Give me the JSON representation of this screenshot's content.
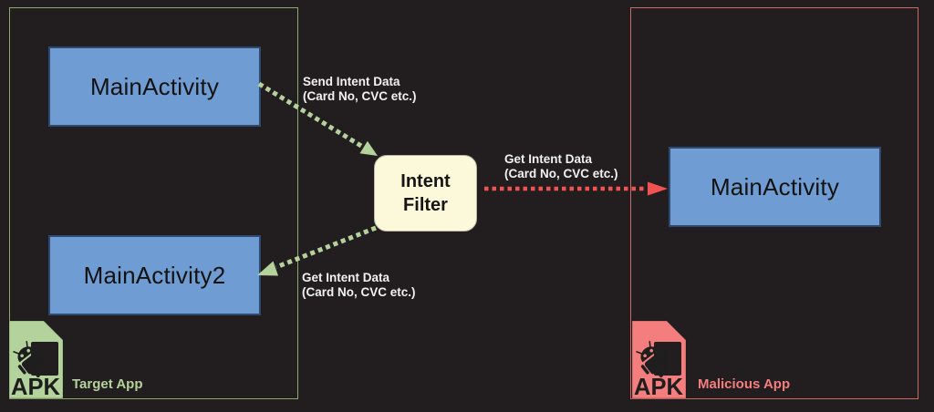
{
  "colors": {
    "bg": "#221E1F",
    "green": "#B4D29C",
    "green_border": "#8CAA6E",
    "salmon": "#F47D7D",
    "red": "#F15353",
    "red_border": "#C96A66",
    "blue": "#6F9CD2",
    "blue_border": "#2E4A70",
    "cream": "#FBF9DA",
    "cream_border": "#B9B99E",
    "label": "#F1F1F1",
    "dark": "#1E1E1E"
  },
  "target_app": {
    "name": "Target App",
    "activity1": "MainActivity",
    "activity2": "MainActivity2",
    "apk_label": "APK"
  },
  "malicious_app": {
    "name": "Malicious App",
    "activity": "MainActivity",
    "apk_label": "APK"
  },
  "intent_filter": {
    "line1": "Intent",
    "line2": "Filter"
  },
  "labels": {
    "send": {
      "line1": "Send Intent Data",
      "line2": "(Card No, CVC etc.)"
    },
    "get_red": {
      "line1": "Get Intent Data",
      "line2": "(Card No, CVC etc.)"
    },
    "get_green": {
      "line1": "Get Intent Data",
      "line2": "(Card No, CVC etc.)"
    }
  }
}
